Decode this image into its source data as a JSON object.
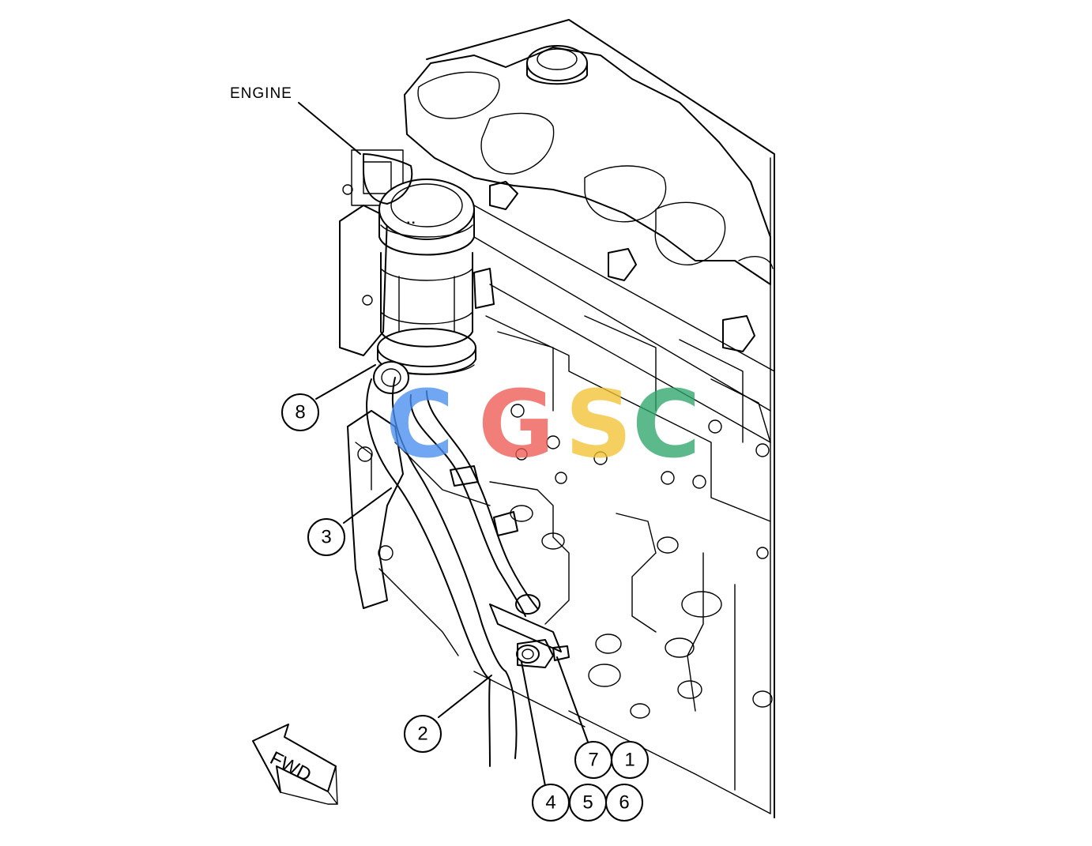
{
  "diagram": {
    "engine_label": "ENGINE",
    "direction_label": "FWD",
    "callouts": [
      "8",
      "3",
      "2",
      "7",
      "1",
      "4",
      "5",
      "6"
    ]
  },
  "watermark": {
    "letters": [
      "C",
      "G",
      "S",
      "C"
    ],
    "colors": [
      "#4a8ef0",
      "#ef5a55",
      "#f3c234",
      "#2fa66b"
    ]
  }
}
